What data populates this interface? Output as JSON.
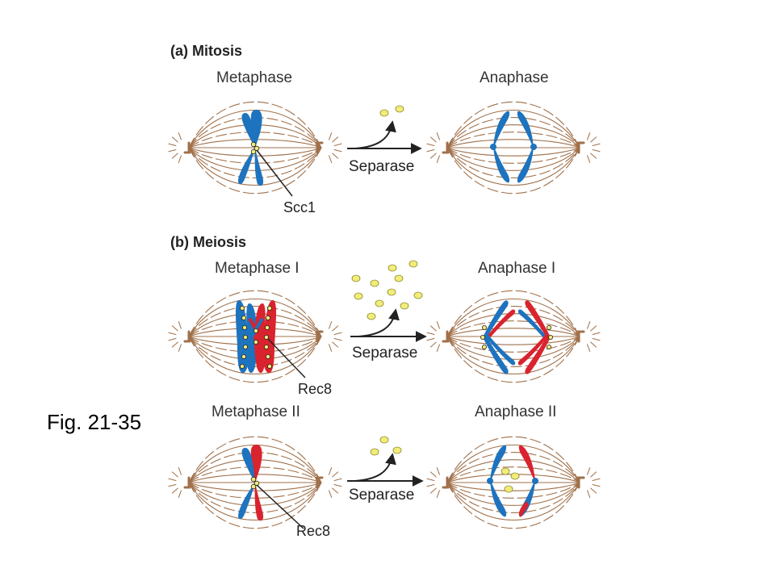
{
  "figure_label": "Fig. 21-35",
  "mitosis": {
    "title": "(a) Mitosis",
    "left_phase": "Metaphase",
    "right_phase": "Anaphase",
    "arrow_label": "Separase",
    "callout": "Scc1"
  },
  "meiosis": {
    "title": "(b) Meiosis",
    "left_phase_1": "Metaphase I",
    "right_phase_1": "Anaphase I",
    "arrow_label_1": "Separase",
    "callout_1": "Rec8",
    "left_phase_2": "Metaphase II",
    "right_phase_2": "Anaphase II",
    "arrow_label_2": "Separase",
    "callout_2": "Rec8"
  },
  "colors": {
    "spindle": "#a0704a",
    "chromosome_blue": "#1e73be",
    "chromosome_red": "#d9232e",
    "cohesin": "#f2ec7a",
    "arrow": "#222222"
  }
}
